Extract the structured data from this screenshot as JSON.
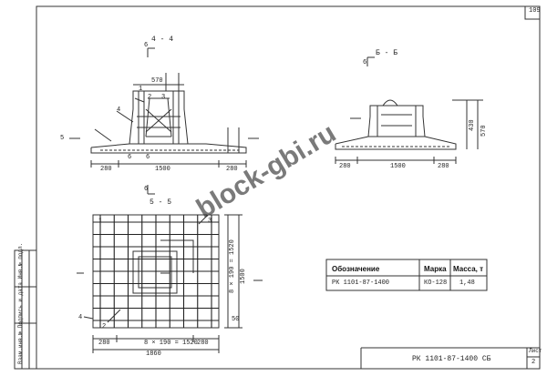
{
  "sheet": {
    "page_number": "109",
    "sheet_label": "Лист",
    "sheet_number": "2",
    "side_stamp": "Взам.инв.№   Подпись и дата   Инв.№ подл.",
    "code_bottom": "РК 1101-87-1400 СБ"
  },
  "views": {
    "section_44": {
      "title": "4 - 4",
      "label_6": "6",
      "d1": "570",
      "d2": "1500",
      "d3": "280",
      "d4": "280",
      "n1": "1",
      "n2": "2",
      "n3": "3",
      "n4": "4",
      "n5": "5",
      "n6": "6",
      "n7": "6"
    },
    "section_66": {
      "title": "Б - Б",
      "label_6": "6",
      "d1": "1500",
      "d2": "280",
      "d3": "280",
      "d4": "570",
      "d5": "430"
    },
    "section_55": {
      "title": "5 - 5",
      "label_6": "6",
      "d1": "1500",
      "d2": "1860",
      "d3": "8 × 190 = 1520",
      "d4": "8 × 190 = 1520",
      "d5": "280",
      "d6": "50",
      "d7": "280",
      "n1": "4",
      "n2": "2",
      "n3": "3",
      "n4": "1"
    }
  },
  "spec_table": {
    "headers": [
      "Обозначение",
      "Марка",
      "Масса, т"
    ],
    "rows": [
      [
        "РК 1101-87-1400",
        "КО-128",
        "1,48"
      ]
    ]
  },
  "watermark": "block-gbi.ru"
}
